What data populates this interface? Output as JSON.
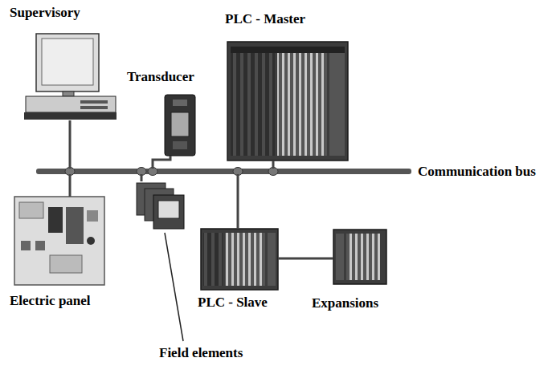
{
  "diagram": {
    "nodes": [
      {
        "text": [
          "Supervisory"
        ]
      },
      {
        "text": [
          "PLC - Master"
        ]
      },
      {
        "text": [
          "Transducer"
        ]
      },
      {
        "text": [
          "Communication bus"
        ]
      },
      {
        "text": [
          "Electric panel"
        ]
      },
      {
        "text": [
          "PLC - Slave"
        ]
      },
      {
        "text": [
          "Expansions"
        ]
      },
      {
        "text": [
          "Field elements"
        ]
      }
    ],
    "edges": [
      {
        "from": 0,
        "to": 3,
        "arrow": "none"
      },
      {
        "from": 2,
        "to": 3,
        "arrow": "none"
      },
      {
        "from": 1,
        "to": 3,
        "arrow": "none"
      },
      {
        "from": 3,
        "to": 4,
        "arrow": "none"
      },
      {
        "from": 3,
        "to": 7,
        "arrow": "none"
      },
      {
        "from": 3,
        "to": 5,
        "arrow": "none"
      },
      {
        "from": 5,
        "to": 6,
        "arrow": "none"
      }
    ]
  }
}
